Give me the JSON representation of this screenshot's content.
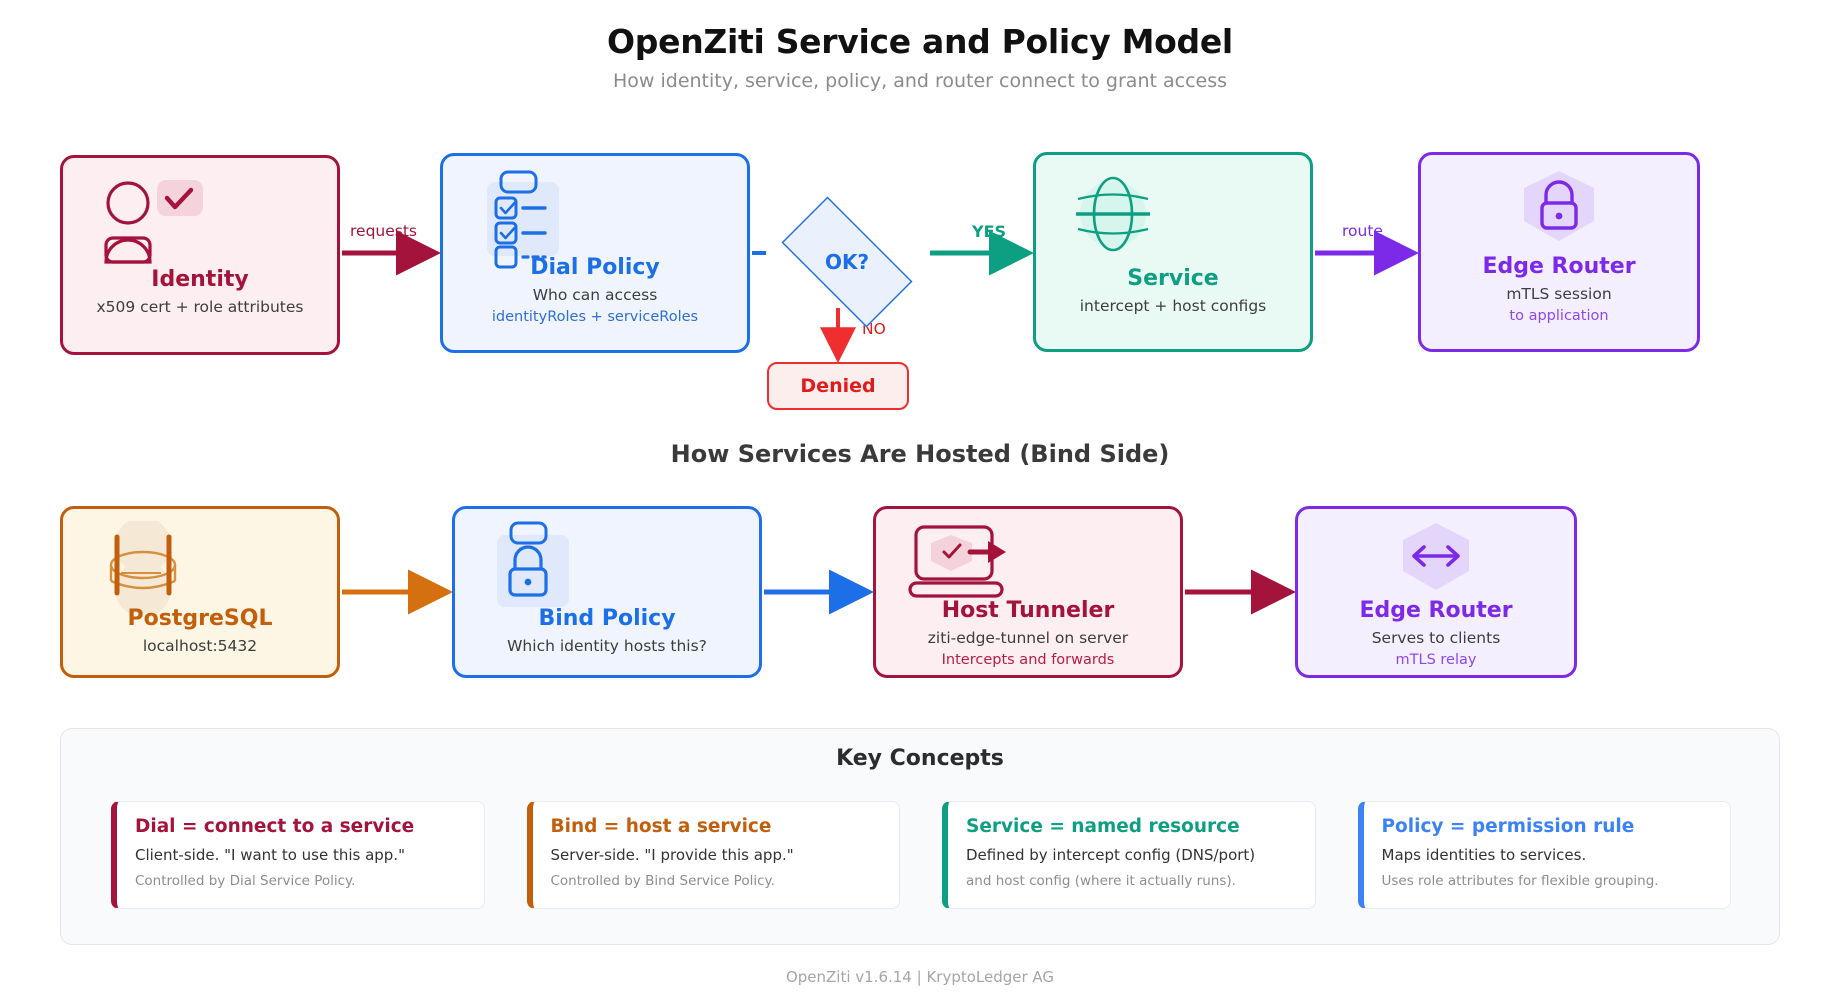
{
  "header": {
    "title": "OpenZiti Service and Policy Model",
    "subtitle": "How identity, service, policy, and router connect to grant access"
  },
  "flow_top": {
    "identity": {
      "title": "Identity",
      "sub": "x509 cert + role attributes",
      "icon": "user-check-icon",
      "color": "#a4133c"
    },
    "dial_policy": {
      "title": "Dial Policy",
      "sub": "Who can access",
      "sub2": "identityRoles + serviceRoles",
      "icon": "checklist-icon",
      "color": "#1d6fe8"
    },
    "decision": {
      "label": "OK?",
      "color": "#1d6fe8"
    },
    "denied": {
      "label": "Denied",
      "color": "#e01b1b"
    },
    "service": {
      "title": "Service",
      "sub": "intercept + host configs",
      "icon": "globe-icon",
      "color": "#0e9f82"
    },
    "edge_router": {
      "title": "Edge Router",
      "sub": "mTLS session",
      "sub2": "to application",
      "icon": "shield-lock-icon",
      "color": "#7c2ae8"
    },
    "labels": {
      "requests": "requests",
      "yes": "YES",
      "no": "NO",
      "route": "route"
    }
  },
  "section_bind": {
    "heading": "How Services Are Hosted (Bind Side)",
    "postgres": {
      "title": "PostgreSQL",
      "sub": "localhost:5432",
      "icon": "database-icon",
      "color": "#c25e0c"
    },
    "bind_policy": {
      "title": "Bind Policy",
      "sub": "Which identity hosts this?",
      "icon": "lock-panel-icon",
      "color": "#1d6fe8"
    },
    "host_tunneler": {
      "title": "Host Tunneler",
      "sub": "ziti-edge-tunnel on server",
      "sub2": "Intercepts and forwards",
      "icon": "laptop-shield-icon",
      "color": "#a4133c"
    },
    "edge_router": {
      "title": "Edge Router",
      "sub": "Serves to clients",
      "sub2": "mTLS relay",
      "icon": "bidirectional-arrow-icon",
      "color": "#7c2ae8"
    }
  },
  "key_concepts": {
    "title": "Key Concepts",
    "cards": [
      {
        "heading": "Dial = connect to a service",
        "line1": "Client-side. \"I want to use this app.\"",
        "line2": "Controlled by Dial Service Policy.",
        "color": "#a4133c"
      },
      {
        "heading": "Bind = host a service",
        "line1": "Server-side. \"I provide this app.\"",
        "line2": "Controlled by Bind Service Policy.",
        "color": "#c25e0c"
      },
      {
        "heading": "Service = named resource",
        "line1": "Defined by intercept config (DNS/port)",
        "line2": "and host config (where it actually runs).",
        "color": "#0e9f82"
      },
      {
        "heading": "Policy = permission rule",
        "line1": "Maps identities to services.",
        "line2": "Uses role attributes for flexible grouping.",
        "color": "#3b82f6"
      }
    ]
  },
  "footer": {
    "text": "OpenZiti v1.6.14 | KryptoLedger AG"
  }
}
